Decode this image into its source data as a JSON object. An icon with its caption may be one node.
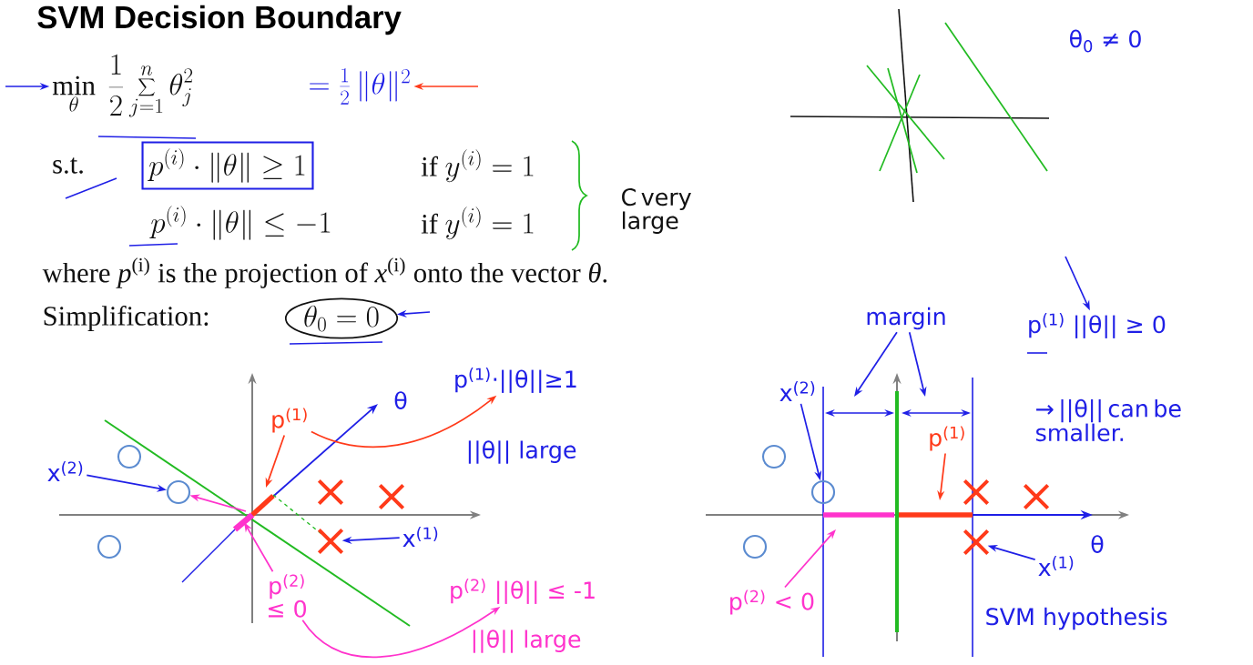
{
  "diagram": {
    "title": "SVM Decision Boundary",
    "nodes": [
      {
        "text": [
          "\\min_{\\theta}\\ \\frac{1}{2}\\sum_{j=1}^{n}\\theta_j^2"
        ]
      },
      {
        "text": [
          "= \\frac{1}{2}\\,\\|\\theta\\|^{2}"
        ]
      },
      {
        "text": [
          "p^{(i)}\\cdot\\|\\theta\\|\\geq 1"
        ]
      },
      {
        "text": [
          "\\theta_0 = 0"
        ]
      },
      {
        "text": [
          "x$^{(2)}$"
        ]
      },
      {
        "text": [],
        "shape": "circle"
      },
      {
        "text": [],
        "shape": "circle"
      },
      {
        "text": [],
        "shape": "circle"
      },
      {
        "text": [
          "p$^{(1)}$"
        ]
      },
      {
        "text": [
          "p$^{(1)}$·||θ||≥1"
        ]
      },
      {
        "text": [],
        "shape": "cross"
      },
      {
        "text": [],
        "shape": "cross"
      },
      {
        "text": [],
        "shape": "cross"
      },
      {
        "text": [
          "x$^{(1)}$"
        ]
      },
      {
        "text": [
          "p$^{(2)}$",
          "≤ 0"
        ]
      },
      {
        "text": [
          "p$^{(2)}$ ||θ|| ≤ -1"
        ]
      },
      {
        "text": [
          "margin"
        ]
      },
      {
        "text": [
          "p$^{(1)}$ ||θ|| ≥ 0"
        ]
      },
      {
        "text": [
          "x$^{(2)}$"
        ]
      },
      {
        "text": [],
        "shape": "circle"
      },
      {
        "text": [],
        "shape": "circle"
      },
      {
        "text": [],
        "shape": "circle"
      },
      {
        "text": [
          "p$^{(1)}$"
        ]
      },
      {
        "text": [],
        "shape": "cross"
      },
      {
        "text": [],
        "shape": "cross"
      },
      {
        "text": [],
        "shape": "cross"
      },
      {
        "text": [
          "x$^{(1)}$"
        ]
      },
      {
        "text": [
          "p$^{(2)}$ < 0"
        ]
      }
    ],
    "edges": [
      {
        "from": null,
        "to": 0,
        "arrow": "to"
      },
      {
        "from": null,
        "to": 1,
        "arrow": "to",
        "color": "#ff3a1a"
      },
      {
        "from": null,
        "to": 3,
        "arrow": "to"
      },
      {
        "from": 4,
        "to": 7,
        "arrow": "to"
      },
      {
        "from": 13,
        "to": 11,
        "arrow": "to"
      },
      {
        "from": 8,
        "to": null,
        "arrow": "to",
        "color": "#ff3a1a"
      },
      {
        "from": 8,
        "to": 9,
        "arrow": "to",
        "color": "#ff3a1a"
      },
      {
        "from": 14,
        "to": null,
        "arrow": "to",
        "color": "#ff33cc"
      },
      {
        "from": 14,
        "to": 15,
        "arrow": "to",
        "color": "#ff33cc"
      },
      {
        "from": 18,
        "to": 21,
        "arrow": "to"
      },
      {
        "from": 26,
        "to": 24,
        "arrow": "to"
      },
      {
        "from": 22,
        "to": null,
        "arrow": "to",
        "color": "#ff3a1a"
      },
      {
        "from": 27,
        "to": null,
        "arrow": "to",
        "color": "#ff33cc"
      },
      {
        "from": 16,
        "to": null,
        "arrow": "to"
      },
      {
        "from": 16,
        "to": null,
        "arrow": "to"
      },
      {
        "from": null,
        "to": 17,
        "arrow": "to"
      },
      {
        "from": null,
        "to": 7,
        "arrow": "to",
        "color": "#ff33cc"
      }
    ],
    "labels": [
      "s.t.",
      "\\mbox{if }y^{(i)} = 1",
      "p^{(i)}\\cdot\\|\\theta\\|\\leq -1",
      "\\mbox{if }y^{(i)} = 1",
      "C very large",
      "where *p*$^{(i)}$ is the projection of *x*$^{(i)}$ onto the vector *θ*.",
      "Simplification:",
      "θ$_{0}$ ≠ 0",
      "θ",
      "||θ|| large",
      "||θ|| large",
      "→ ||θ|| can be smaller.",
      "θ",
      "SVM hypothesis"
    ]
  }
}
